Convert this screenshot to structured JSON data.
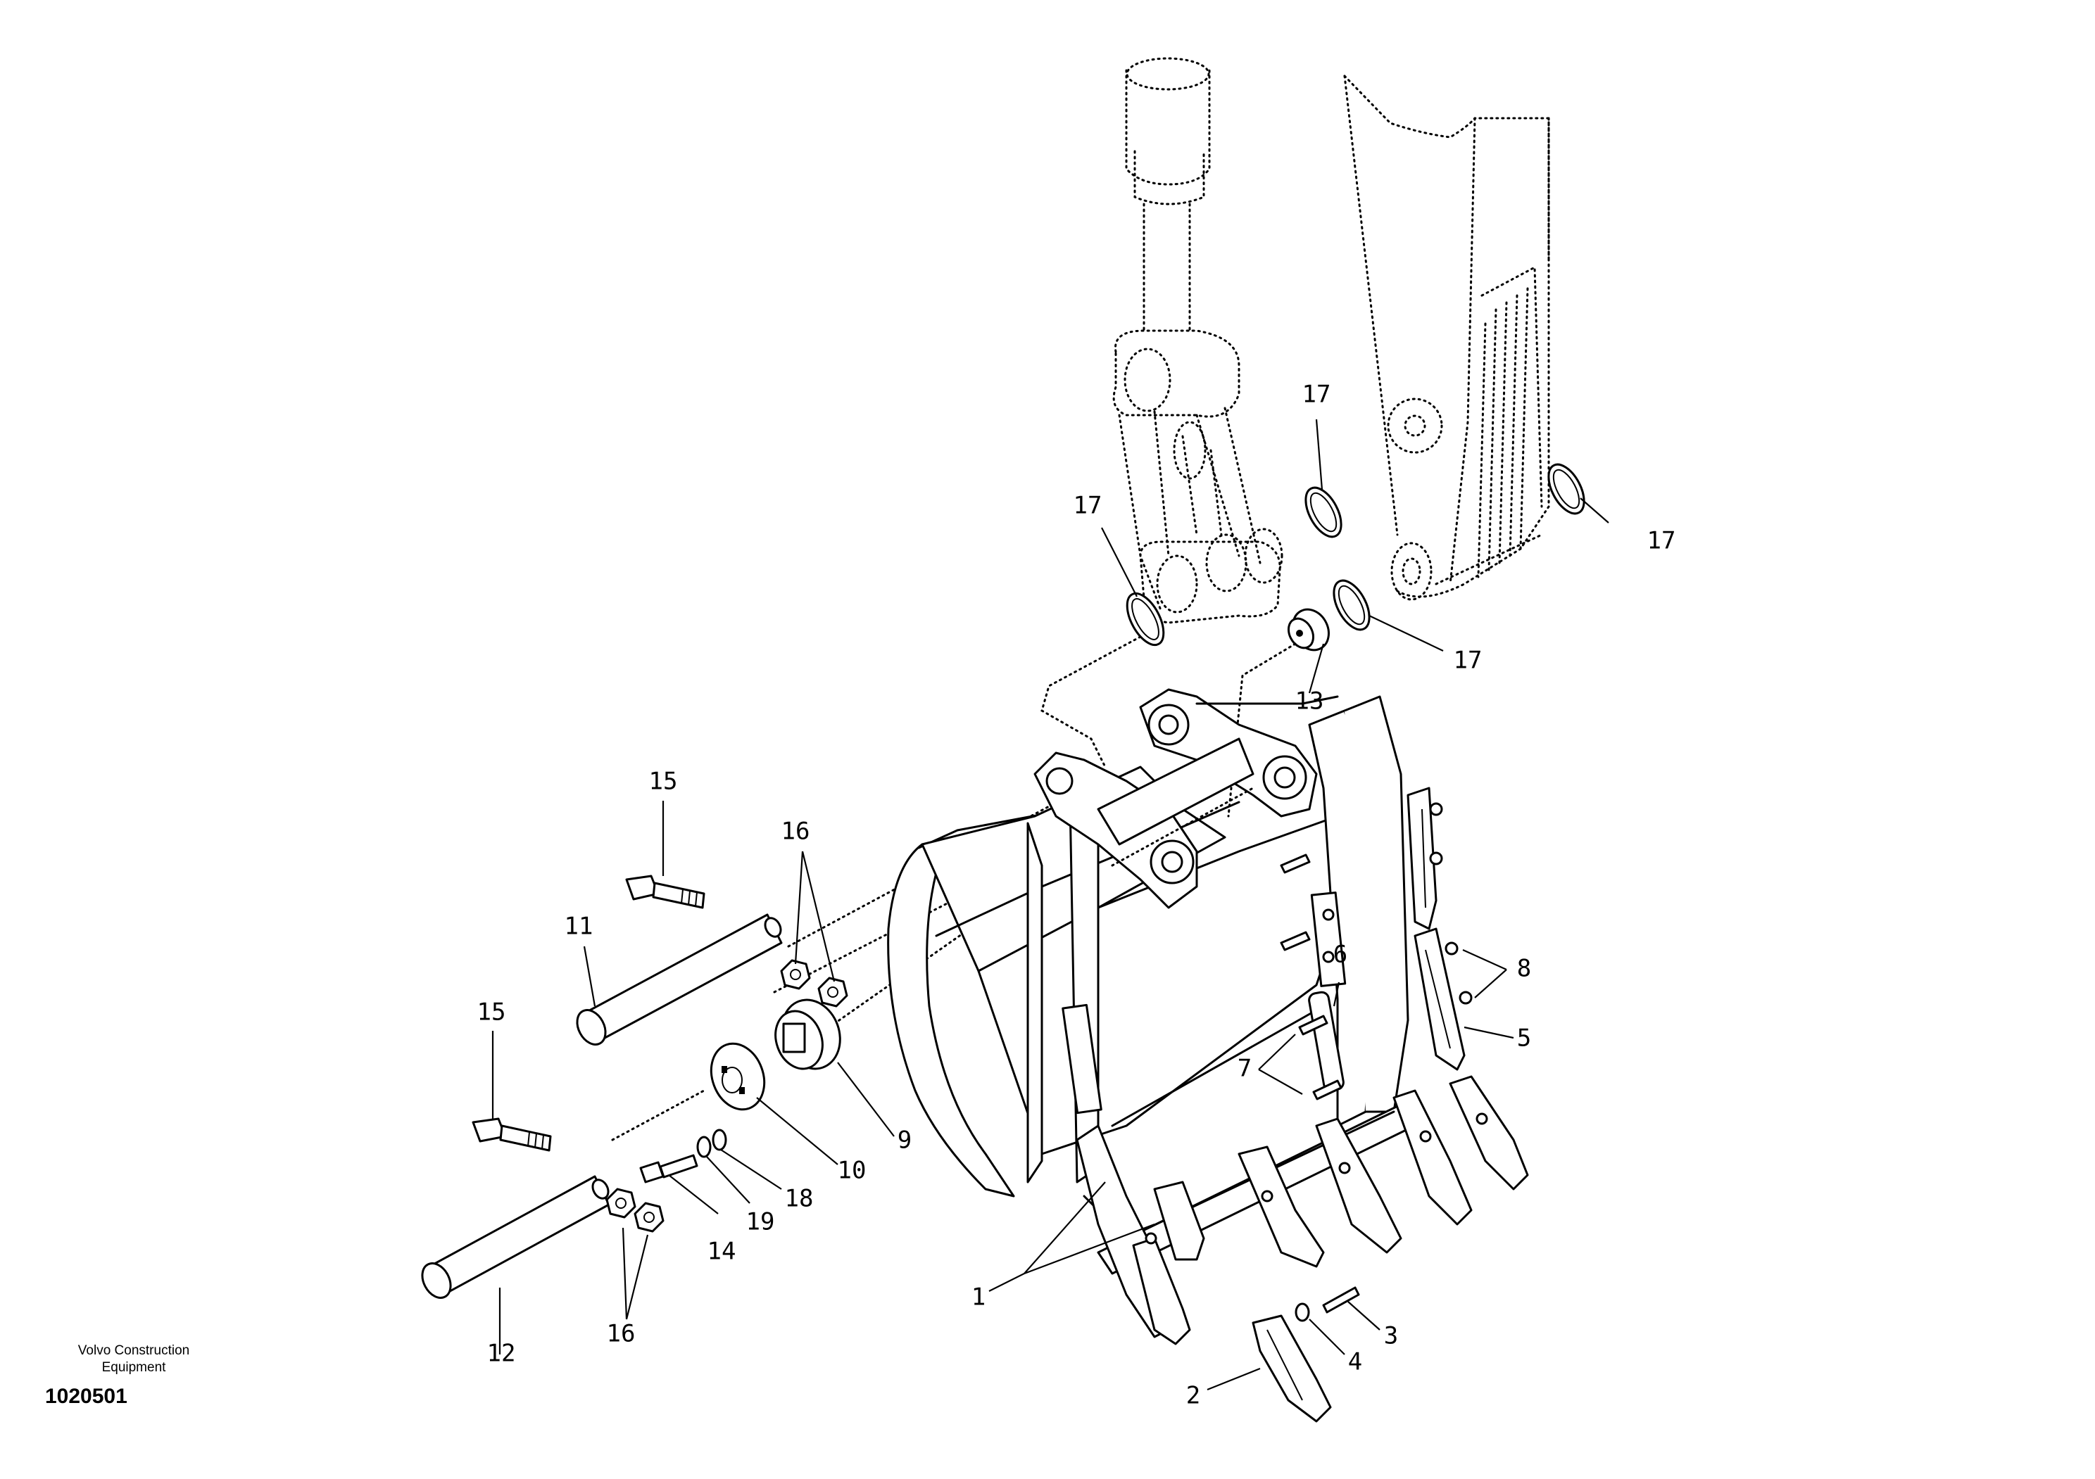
{
  "callouts": {
    "c1": "1",
    "c2": "2",
    "c3": "3",
    "c4": "4",
    "c5": "5",
    "c6": "6",
    "c7": "7",
    "c8": "8",
    "c9": "9",
    "c10": "10",
    "c11": "11",
    "c12": "12",
    "c13": "13",
    "c14": "14",
    "c15a": "15",
    "c15b": "15",
    "c16a": "16",
    "c16b": "16",
    "c17a": "17",
    "c17b": "17",
    "c17c": "17",
    "c17d": "17",
    "c18": "18",
    "c19": "19"
  },
  "footer": {
    "brand_line1": "Volvo Construction",
    "brand_line2": "Equipment",
    "doc_number": "1020501"
  }
}
